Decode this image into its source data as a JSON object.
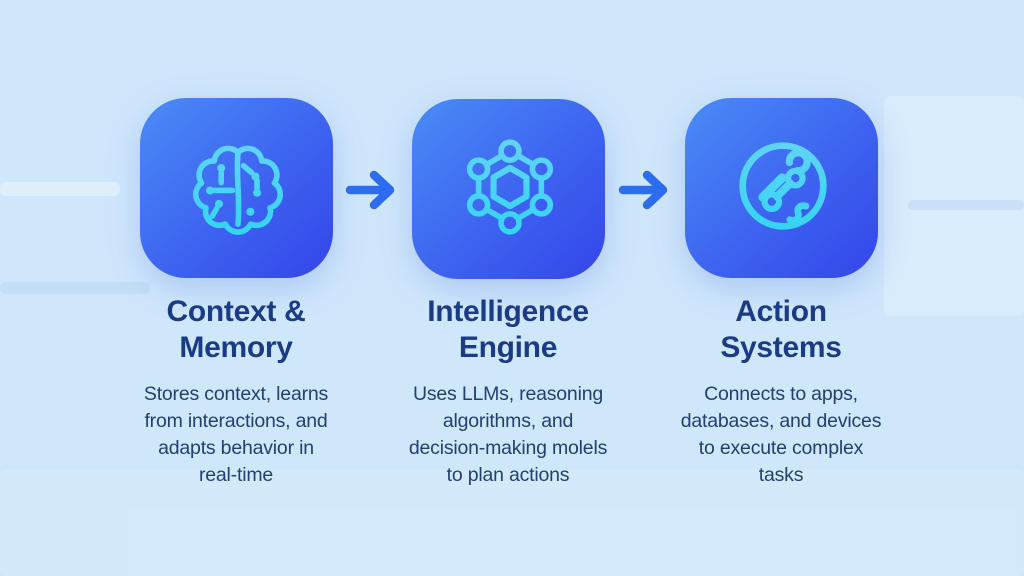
{
  "diagram": {
    "type": "three-step horizontal flow infographic",
    "columns": [
      {
        "id": "context-memory",
        "icon": "brain-circuit-icon",
        "title": "Context &\nMemory",
        "description": "Stores context, learns\nfrom interactions, and\nadapts behavior in\nreal-time"
      },
      {
        "id": "intelligence-engine",
        "icon": "hexagon-network-icon",
        "title": "Intelligence\nEngine",
        "description": "Uses LLMs, reasoning\nalgorithms, and\ndecision-making molels\nto plan actions"
      },
      {
        "id": "action-systems",
        "icon": "tools-icon",
        "title": "Action\nSystems",
        "description": "Connects to apps,\ndatabases, and devices\nto execute complex\ntasks"
      }
    ],
    "connectors": [
      {
        "icon": "right-arrow-icon"
      },
      {
        "icon": "right-arrow-icon"
      }
    ],
    "colors": {
      "background": "#cfe7fb",
      "card_gradient_start": "#4a8cf6",
      "card_gradient_end": "#3445e9",
      "icon_stroke_light": "#67d3f6",
      "icon_stroke_dark": "#2fd5f2",
      "arrow": "#2e6cf0",
      "title_text": "#1b3c85",
      "body_text": "#21406f"
    }
  }
}
